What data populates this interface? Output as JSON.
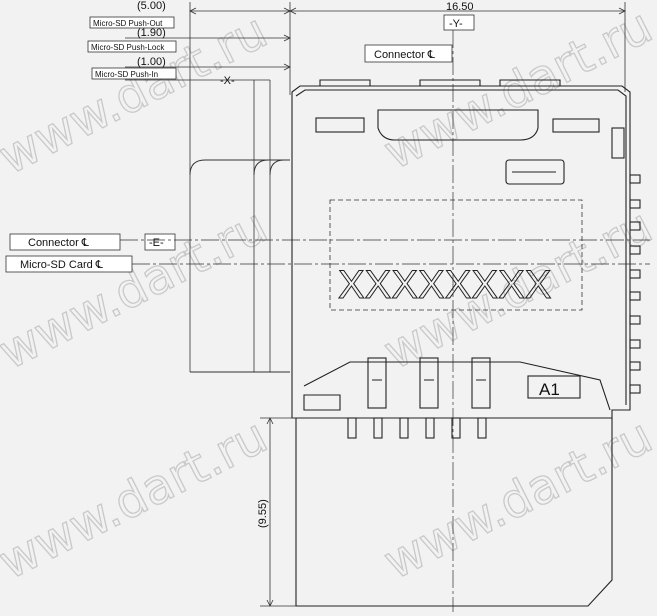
{
  "dimensions": {
    "d_500": "(5.00)",
    "d_190": "(1.90)",
    "d_100": "(1.00)",
    "d_1650": "16.50",
    "d_955": "(9.55)"
  },
  "datums": {
    "y": "-Y-",
    "e": "-E-",
    "x": "-X-"
  },
  "labels": {
    "push_out": "Micro-SD Push-Out",
    "push_lock": "Micro-SD Push-Lock",
    "push_in": "Micro-SD Push-In",
    "connector_top": "Connector ℄",
    "connector_left": "Connector ℄",
    "card_left": "Micro-SD Card ℄"
  },
  "part": {
    "marking": "XXXXXXXX",
    "pin_id": "A1"
  },
  "watermark": "www.dart.ru"
}
